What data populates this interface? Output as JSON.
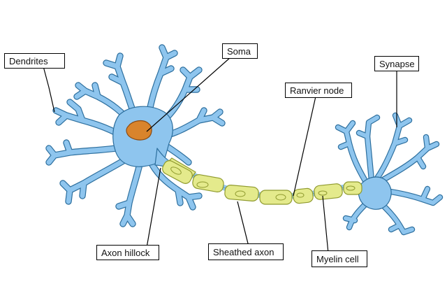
{
  "diagram": {
    "labels": {
      "dendrites": "Dendrites",
      "soma": "Soma",
      "ranvier_node": "Ranvier node",
      "synapse": "Synapse",
      "axon_hillock": "Axon hillock",
      "sheathed_axon": "Sheathed axon",
      "myelin_cell": "Myelin cell"
    },
    "colors": {
      "cell_body": "#8ec5ee",
      "nucleus": "#d9842c",
      "myelin": "#e4ea8c",
      "myelin_border": "#a9b13a",
      "outline": "#2d6f9e",
      "leader_line": "#000000"
    }
  }
}
